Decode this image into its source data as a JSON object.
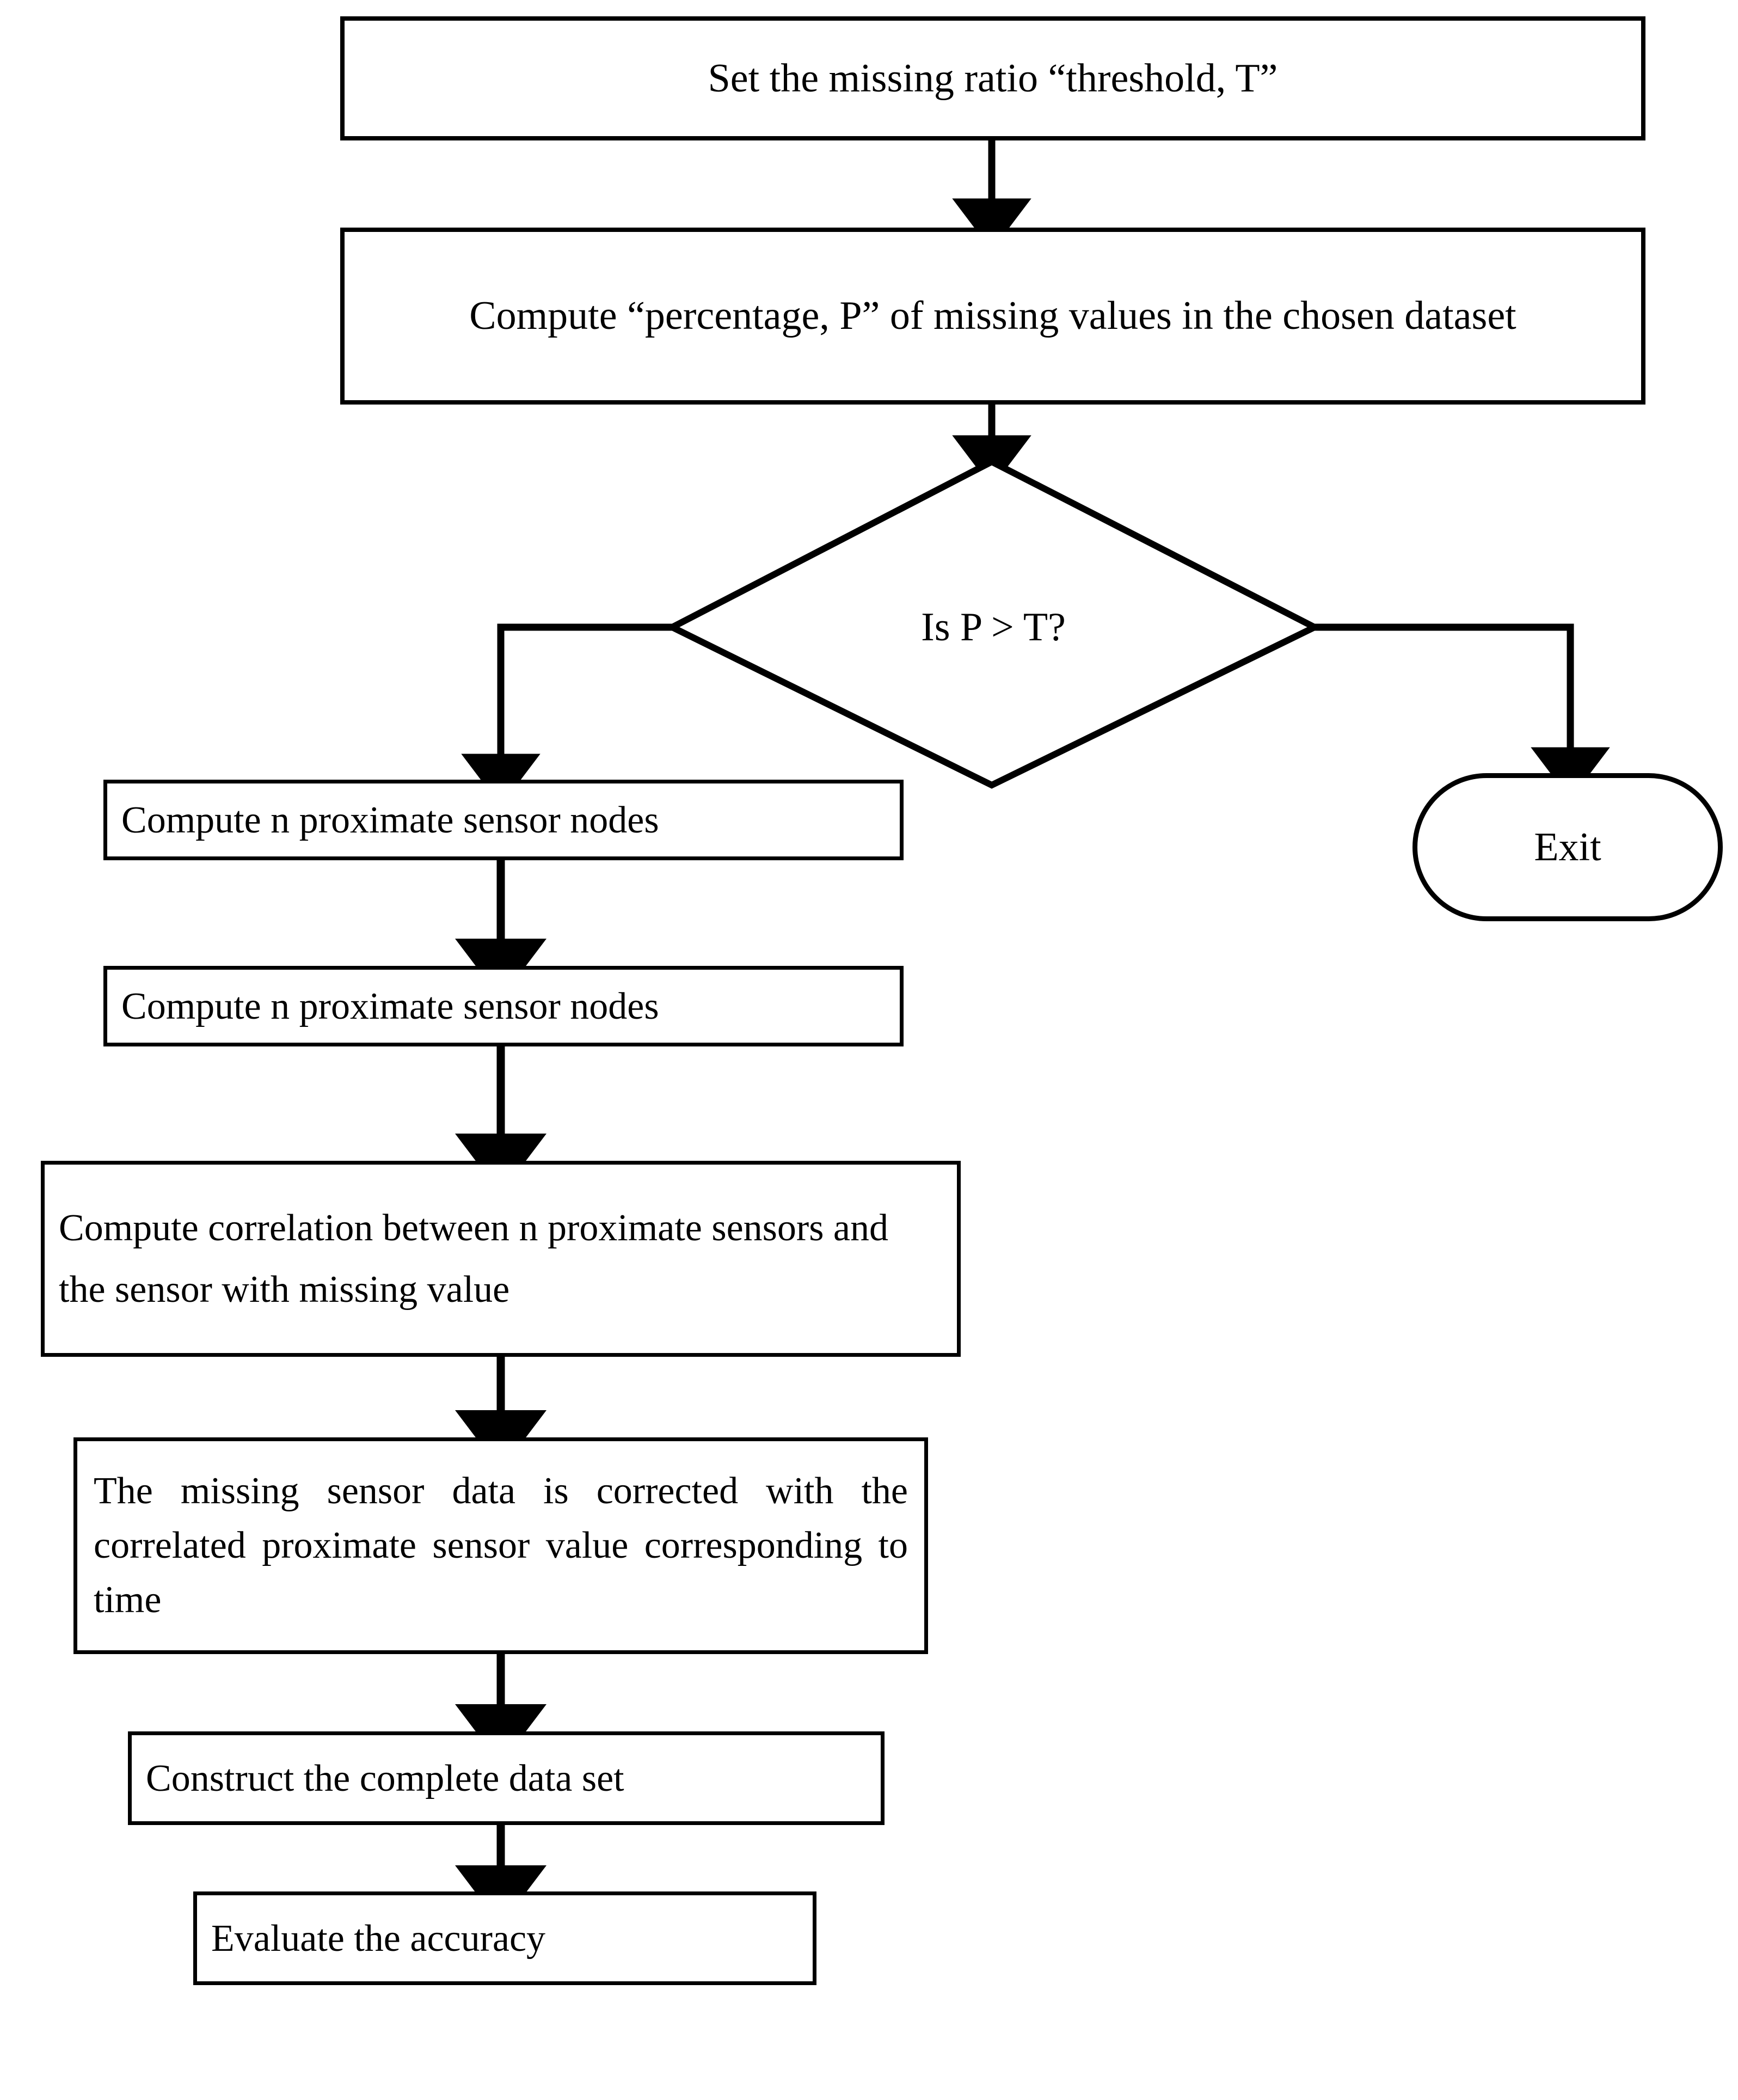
{
  "chart_data": {
    "type": "diagram",
    "title": "",
    "diagram_kind": "flowchart",
    "orientation": "top-to-bottom",
    "nodes": [
      {
        "id": "n1",
        "shape": "process",
        "text": "Set the missing ratio “threshold, T”"
      },
      {
        "id": "n2",
        "shape": "process",
        "text": "Compute “percentage, P” of missing values in the chosen dataset"
      },
      {
        "id": "n3",
        "shape": "decision",
        "text": "Is P > T?"
      },
      {
        "id": "n4",
        "shape": "terminal",
        "text": "Exit"
      },
      {
        "id": "n5",
        "shape": "process",
        "text": "Compute n proximate sensor nodes"
      },
      {
        "id": "n6",
        "shape": "process",
        "text": "Compute n proximate sensor nodes"
      },
      {
        "id": "n7",
        "shape": "process",
        "text": "Compute correlation between n proximate sensors and the sensor with missing value"
      },
      {
        "id": "n8",
        "shape": "process",
        "text": "The missing sensor data is corrected with the correlated proximate sensor value corresponding to time"
      },
      {
        "id": "n9",
        "shape": "process",
        "text": "Construct the complete data set"
      },
      {
        "id": "n10",
        "shape": "process",
        "text": "Evaluate the accuracy"
      }
    ],
    "edges": [
      {
        "from": "n1",
        "to": "n2",
        "label": "",
        "style": "arrow"
      },
      {
        "from": "n2",
        "to": "n3",
        "label": "",
        "style": "arrow"
      },
      {
        "from": "n3",
        "to": "n5",
        "label": "",
        "style": "elbow-left-arrow"
      },
      {
        "from": "n3",
        "to": "n4",
        "label": "",
        "style": "elbow-right-arrow"
      },
      {
        "from": "n5",
        "to": "n6",
        "label": "",
        "style": "arrow"
      },
      {
        "from": "n6",
        "to": "n7",
        "label": "",
        "style": "arrow"
      },
      {
        "from": "n7",
        "to": "n8",
        "label": "",
        "style": "arrow"
      },
      {
        "from": "n8",
        "to": "n9",
        "label": "",
        "style": "arrow"
      },
      {
        "from": "n9",
        "to": "n10",
        "label": "",
        "style": "arrow"
      }
    ],
    "colors": {
      "stroke": "#000000",
      "fill": "#ffffff",
      "text": "#000000"
    }
  },
  "flowchart": {
    "step_set_threshold": "Set the missing ratio “threshold, T”",
    "step_compute_percentage": "Compute “percentage, P” of missing values in the chosen dataset",
    "decision_is_p_gt_t": "Is P > T?",
    "terminal_exit": "Exit",
    "step_proximate_nodes_1": "Compute n proximate sensor nodes",
    "step_proximate_nodes_2": "Compute n proximate sensor nodes",
    "step_compute_correlation": "Compute correlation between n proximate sensors and the sensor with missing value",
    "step_correct_missing": "The missing sensor data is corrected with the correlated proximate sensor value corresponding to time",
    "step_construct_dataset": "Construct the complete data set",
    "step_evaluate_accuracy": "Evaluate the accuracy"
  }
}
